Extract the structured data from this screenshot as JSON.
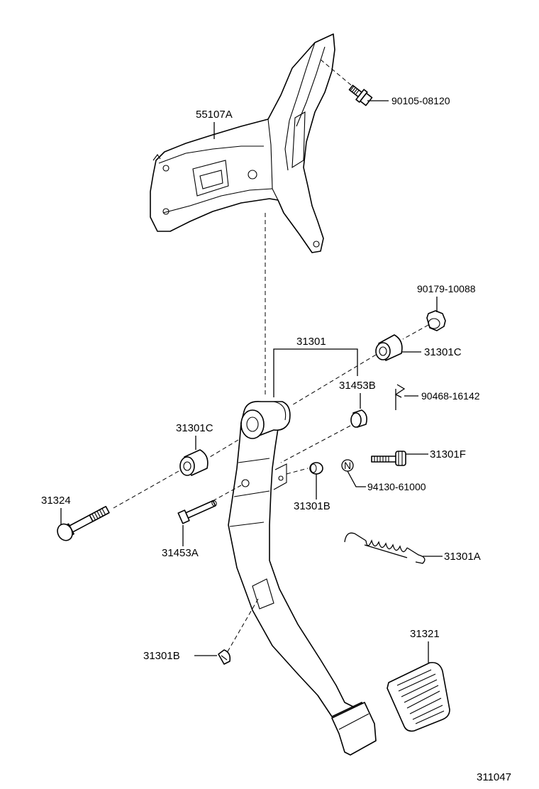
{
  "diagram": {
    "figure_number": "311047",
    "parts": [
      {
        "id": "bracket",
        "number": "55107A"
      },
      {
        "id": "bracket-bolt",
        "number": "90105-08120"
      },
      {
        "id": "nut",
        "number": "90179-10088"
      },
      {
        "id": "pedal-assy",
        "number": "31301"
      },
      {
        "id": "bushing-right",
        "number": "31301C"
      },
      {
        "id": "pin-b",
        "number": "31453B"
      },
      {
        "id": "clip",
        "number": "90468-16142"
      },
      {
        "id": "bushing-left",
        "number": "31301C"
      },
      {
        "id": "bolt-f",
        "number": "31301F"
      },
      {
        "id": "bolt-main",
        "number": "31324"
      },
      {
        "id": "cushion-upper",
        "number": "31301B"
      },
      {
        "id": "nut-n",
        "number": "94130-61000"
      },
      {
        "id": "pin-a",
        "number": "31453A"
      },
      {
        "id": "spring",
        "number": "31301A"
      },
      {
        "id": "pad",
        "number": "31321"
      },
      {
        "id": "cushion-lower",
        "number": "31301B"
      }
    ],
    "new_part_symbol": "N"
  }
}
